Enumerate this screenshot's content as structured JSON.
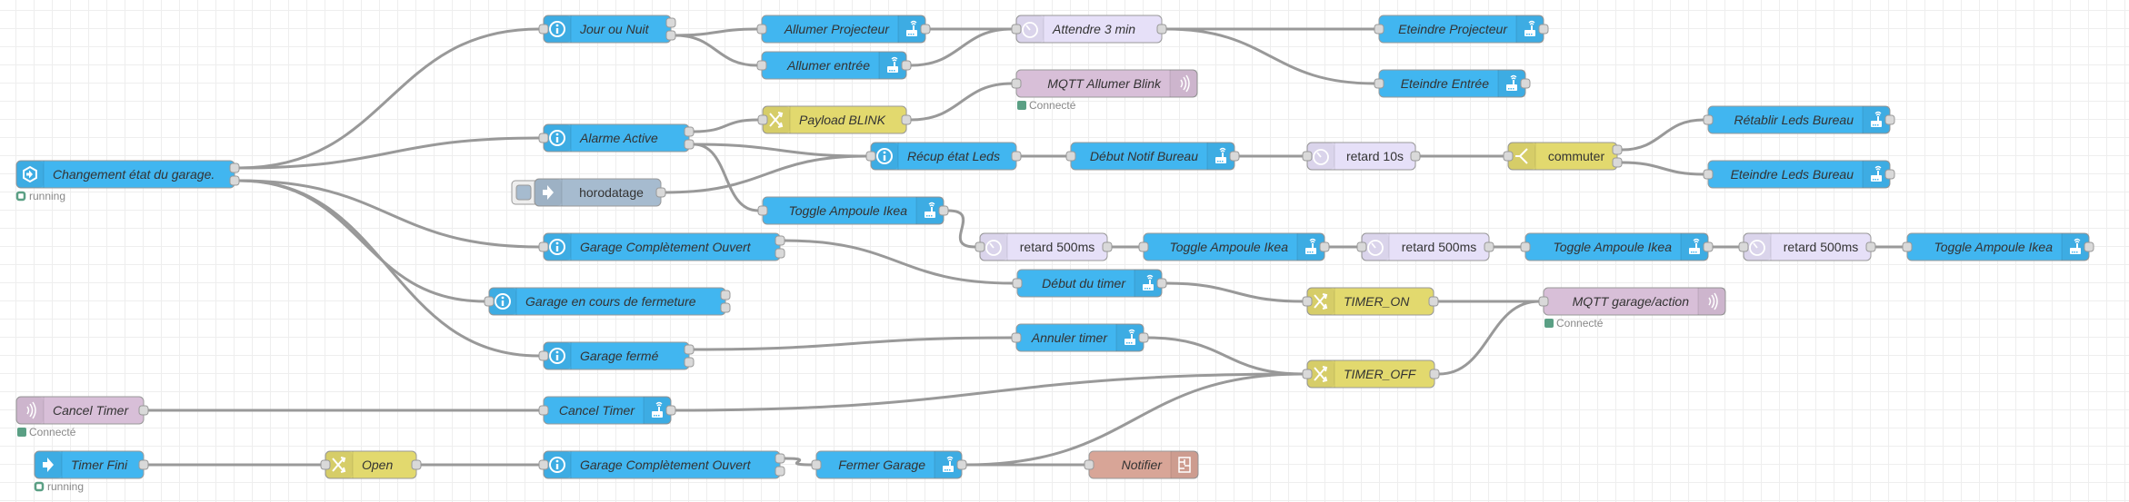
{
  "flow": {
    "nodes": [
      {
        "id": "changement",
        "label": "Changement état du garage.",
        "type": "ha-event",
        "color": "#41b6f0",
        "italic": true,
        "icon": "ha-event-icon",
        "status": {
          "text": "running",
          "shape": "ring",
          "color": "#5a9f84"
        },
        "outputs": 2
      },
      {
        "id": "jour",
        "label": "Jour ou Nuit",
        "type": "current-state",
        "color": "#41b6f0",
        "italic": true,
        "icon": "info-icon",
        "outputs": 2
      },
      {
        "id": "alarme",
        "label": "Alarme Active",
        "type": "current-state",
        "color": "#41b6f0",
        "italic": true,
        "icon": "info-icon",
        "outputs": 2
      },
      {
        "id": "horodatage",
        "label": "horodatage",
        "type": "inject",
        "color": "#a6bbcf",
        "italic": false,
        "icon": "inject-arrow-icon",
        "outputs": 1
      },
      {
        "id": "gco1",
        "label": "Garage Complètement Ouvert",
        "type": "current-state",
        "color": "#41b6f0",
        "italic": true,
        "icon": "info-icon",
        "outputs": 2
      },
      {
        "id": "gcf",
        "label": "Garage en cours de fermeture",
        "type": "current-state",
        "color": "#41b6f0",
        "italic": true,
        "icon": "info-icon",
        "outputs": 2
      },
      {
        "id": "gf",
        "label": "Garage fermé",
        "type": "current-state",
        "color": "#41b6f0",
        "italic": true,
        "icon": "info-icon",
        "outputs": 2
      },
      {
        "id": "mqttcancel",
        "label": "Cancel Timer",
        "type": "mqtt-in",
        "color": "#d8bfd8",
        "italic": true,
        "icon": "mqtt-wave-icon",
        "status": {
          "text": "Connecté",
          "shape": "dot",
          "color": "#5a9f84"
        },
        "outputs": 1
      },
      {
        "id": "cancelsvc",
        "label": "Cancel Timer",
        "type": "call-service",
        "color": "#41b6f0",
        "italic": true,
        "icon": "router-icon",
        "outputs": 1
      },
      {
        "id": "timerfini",
        "label": "Timer Fini",
        "type": "event",
        "color": "#41b6f0",
        "italic": true,
        "icon": "arrow-right-icon",
        "status": {
          "text": "running",
          "shape": "ring",
          "color": "#5a9f84"
        },
        "outputs": 1
      },
      {
        "id": "open",
        "label": "Open",
        "type": "change",
        "color": "#e2d96e",
        "italic": true,
        "icon": "shuffle-icon",
        "outputs": 1
      },
      {
        "id": "gco2",
        "label": "Garage Complètement Ouvert",
        "type": "current-state",
        "color": "#41b6f0",
        "italic": true,
        "icon": "info-icon",
        "outputs": 2
      },
      {
        "id": "allproj",
        "label": "Allumer Projecteur",
        "type": "call-service",
        "color": "#41b6f0",
        "italic": true,
        "icon": "router-icon",
        "outputs": 1
      },
      {
        "id": "allentree",
        "label": "Allumer entrée",
        "type": "call-service",
        "color": "#41b6f0",
        "italic": true,
        "icon": "router-icon",
        "outputs": 1
      },
      {
        "id": "payload",
        "label": "Payload BLINK",
        "type": "change",
        "color": "#e2d96e",
        "italic": true,
        "icon": "shuffle-icon",
        "outputs": 1
      },
      {
        "id": "toggle1",
        "label": "Toggle Ampoule Ikea",
        "type": "call-service",
        "color": "#41b6f0",
        "italic": true,
        "icon": "router-icon",
        "outputs": 1
      },
      {
        "id": "attendre",
        "label": "Attendre 3 min",
        "type": "delay",
        "color": "#e6e0f8",
        "italic": true,
        "icon": "timer-icon",
        "outputs": 1
      },
      {
        "id": "mqttblink",
        "label": "MQTT Allumer Blink",
        "type": "mqtt-out",
        "color": "#d8bfd8",
        "italic": true,
        "icon": "mqtt-wave-icon",
        "status": {
          "text": "Connecté",
          "shape": "dot",
          "color": "#5a9f84"
        },
        "outputs": 0
      },
      {
        "id": "recup",
        "label": "Récup état Leds",
        "type": "current-state",
        "color": "#41b6f0",
        "italic": true,
        "icon": "info-icon",
        "outputs": 1
      },
      {
        "id": "debutnotif",
        "label": "Début Notif Bureau",
        "type": "call-service",
        "color": "#41b6f0",
        "italic": true,
        "icon": "router-icon",
        "outputs": 1
      },
      {
        "id": "retard10",
        "label": "retard 10s",
        "type": "delay",
        "color": "#e6e0f8",
        "italic": false,
        "icon": "timer-icon",
        "outputs": 1
      },
      {
        "id": "commuter",
        "label": "commuter",
        "type": "switch",
        "color": "#e2d96e",
        "italic": false,
        "icon": "switch-icon",
        "outputs": 2
      },
      {
        "id": "retablir",
        "label": "Rétablir Leds Bureau",
        "type": "call-service",
        "color": "#41b6f0",
        "italic": true,
        "icon": "router-icon",
        "outputs": 1
      },
      {
        "id": "eteindreleds",
        "label": "Eteindre Leds Bureau",
        "type": "call-service",
        "color": "#41b6f0",
        "italic": true,
        "icon": "router-icon",
        "outputs": 1
      },
      {
        "id": "eteindreproj",
        "label": "Eteindre Projecteur",
        "type": "call-service",
        "color": "#41b6f0",
        "italic": true,
        "icon": "router-icon",
        "outputs": 1
      },
      {
        "id": "eteindreentree",
        "label": "Eteindre Entrée",
        "type": "call-service",
        "color": "#41b6f0",
        "italic": true,
        "icon": "router-icon",
        "outputs": 1
      },
      {
        "id": "retard500a",
        "label": "retard 500ms",
        "type": "delay",
        "color": "#e6e0f8",
        "italic": false,
        "icon": "timer-icon",
        "outputs": 1
      },
      {
        "id": "toggle2",
        "label": "Toggle Ampoule Ikea",
        "type": "call-service",
        "color": "#41b6f0",
        "italic": true,
        "icon": "router-icon",
        "outputs": 1
      },
      {
        "id": "retard500b",
        "label": "retard 500ms",
        "type": "delay",
        "color": "#e6e0f8",
        "italic": false,
        "icon": "timer-icon",
        "outputs": 1
      },
      {
        "id": "toggle3",
        "label": "Toggle Ampoule Ikea",
        "type": "call-service",
        "color": "#41b6f0",
        "italic": true,
        "icon": "router-icon",
        "outputs": 1
      },
      {
        "id": "retard500c",
        "label": "retard 500ms",
        "type": "delay",
        "color": "#e6e0f8",
        "italic": false,
        "icon": "timer-icon",
        "outputs": 1
      },
      {
        "id": "toggle4",
        "label": "Toggle Ampoule Ikea",
        "type": "call-service",
        "color": "#41b6f0",
        "italic": true,
        "icon": "router-icon",
        "outputs": 1
      },
      {
        "id": "debuttimer",
        "label": "Début du timer",
        "type": "call-service",
        "color": "#41b6f0",
        "italic": true,
        "icon": "router-icon",
        "outputs": 1
      },
      {
        "id": "timeron",
        "label": "TIMER_ON",
        "type": "change",
        "color": "#e2d96e",
        "italic": true,
        "icon": "shuffle-icon",
        "outputs": 1
      },
      {
        "id": "mqttaction",
        "label": "MQTT garage/action",
        "type": "mqtt-out",
        "color": "#d8bfd8",
        "italic": true,
        "icon": "mqtt-wave-icon",
        "status": {
          "text": "Connecté",
          "shape": "dot",
          "color": "#5a9f84"
        },
        "outputs": 0
      },
      {
        "id": "annuler",
        "label": "Annuler timer",
        "type": "call-service",
        "color": "#41b6f0",
        "italic": true,
        "icon": "router-icon",
        "outputs": 1
      },
      {
        "id": "timeroff",
        "label": "TIMER_OFF",
        "type": "change",
        "color": "#e2d96e",
        "italic": true,
        "icon": "shuffle-icon",
        "outputs": 1
      },
      {
        "id": "fermer",
        "label": "Fermer Garage",
        "type": "call-service",
        "color": "#41b6f0",
        "italic": true,
        "icon": "router-icon",
        "outputs": 1
      },
      {
        "id": "notifier",
        "label": "Notifier",
        "type": "notify",
        "color": "#d8a597",
        "italic": true,
        "icon": "notify-icon",
        "outputs": 0
      }
    ],
    "wires": [
      [
        "changement",
        0,
        "jour"
      ],
      [
        "changement",
        0,
        "alarme"
      ],
      [
        "changement",
        1,
        "gco1"
      ],
      [
        "changement",
        1,
        "gcf"
      ],
      [
        "changement",
        1,
        "gf"
      ],
      [
        "jour",
        1,
        "allproj"
      ],
      [
        "jour",
        1,
        "allentree"
      ],
      [
        "allproj",
        0,
        "attendre"
      ],
      [
        "allentree",
        0,
        "attendre"
      ],
      [
        "attendre",
        0,
        "eteindreproj"
      ],
      [
        "attendre",
        0,
        "eteindreentree"
      ],
      [
        "alarme",
        0,
        "payload"
      ],
      [
        "payload",
        0,
        "mqttblink"
      ],
      [
        "alarme",
        1,
        "recup"
      ],
      [
        "alarme",
        1,
        "toggle1"
      ],
      [
        "horodatage",
        0,
        "recup"
      ],
      [
        "recup",
        0,
        "debutnotif"
      ],
      [
        "debutnotif",
        0,
        "retard10"
      ],
      [
        "retard10",
        0,
        "commuter"
      ],
      [
        "commuter",
        0,
        "retablir"
      ],
      [
        "commuter",
        1,
        "eteindreleds"
      ],
      [
        "toggle1",
        0,
        "retard500a"
      ],
      [
        "retard500a",
        0,
        "toggle2"
      ],
      [
        "toggle2",
        0,
        "retard500b"
      ],
      [
        "retard500b",
        0,
        "toggle3"
      ],
      [
        "toggle3",
        0,
        "retard500c"
      ],
      [
        "retard500c",
        0,
        "toggle4"
      ],
      [
        "gco1",
        0,
        "debuttimer"
      ],
      [
        "debuttimer",
        0,
        "timeron"
      ],
      [
        "timeron",
        0,
        "mqttaction"
      ],
      [
        "gf",
        0,
        "annuler"
      ],
      [
        "annuler",
        0,
        "timeroff"
      ],
      [
        "mqttcancel",
        0,
        "cancelsvc"
      ],
      [
        "cancelsvc",
        0,
        "timeroff"
      ],
      [
        "timerfini",
        0,
        "open"
      ],
      [
        "open",
        0,
        "gco2"
      ],
      [
        "gco2",
        0,
        "fermer"
      ],
      [
        "fermer",
        0,
        "timeroff"
      ],
      [
        "fermer",
        0,
        "notifier"
      ],
      [
        "timeroff",
        0,
        "mqttaction"
      ]
    ]
  }
}
